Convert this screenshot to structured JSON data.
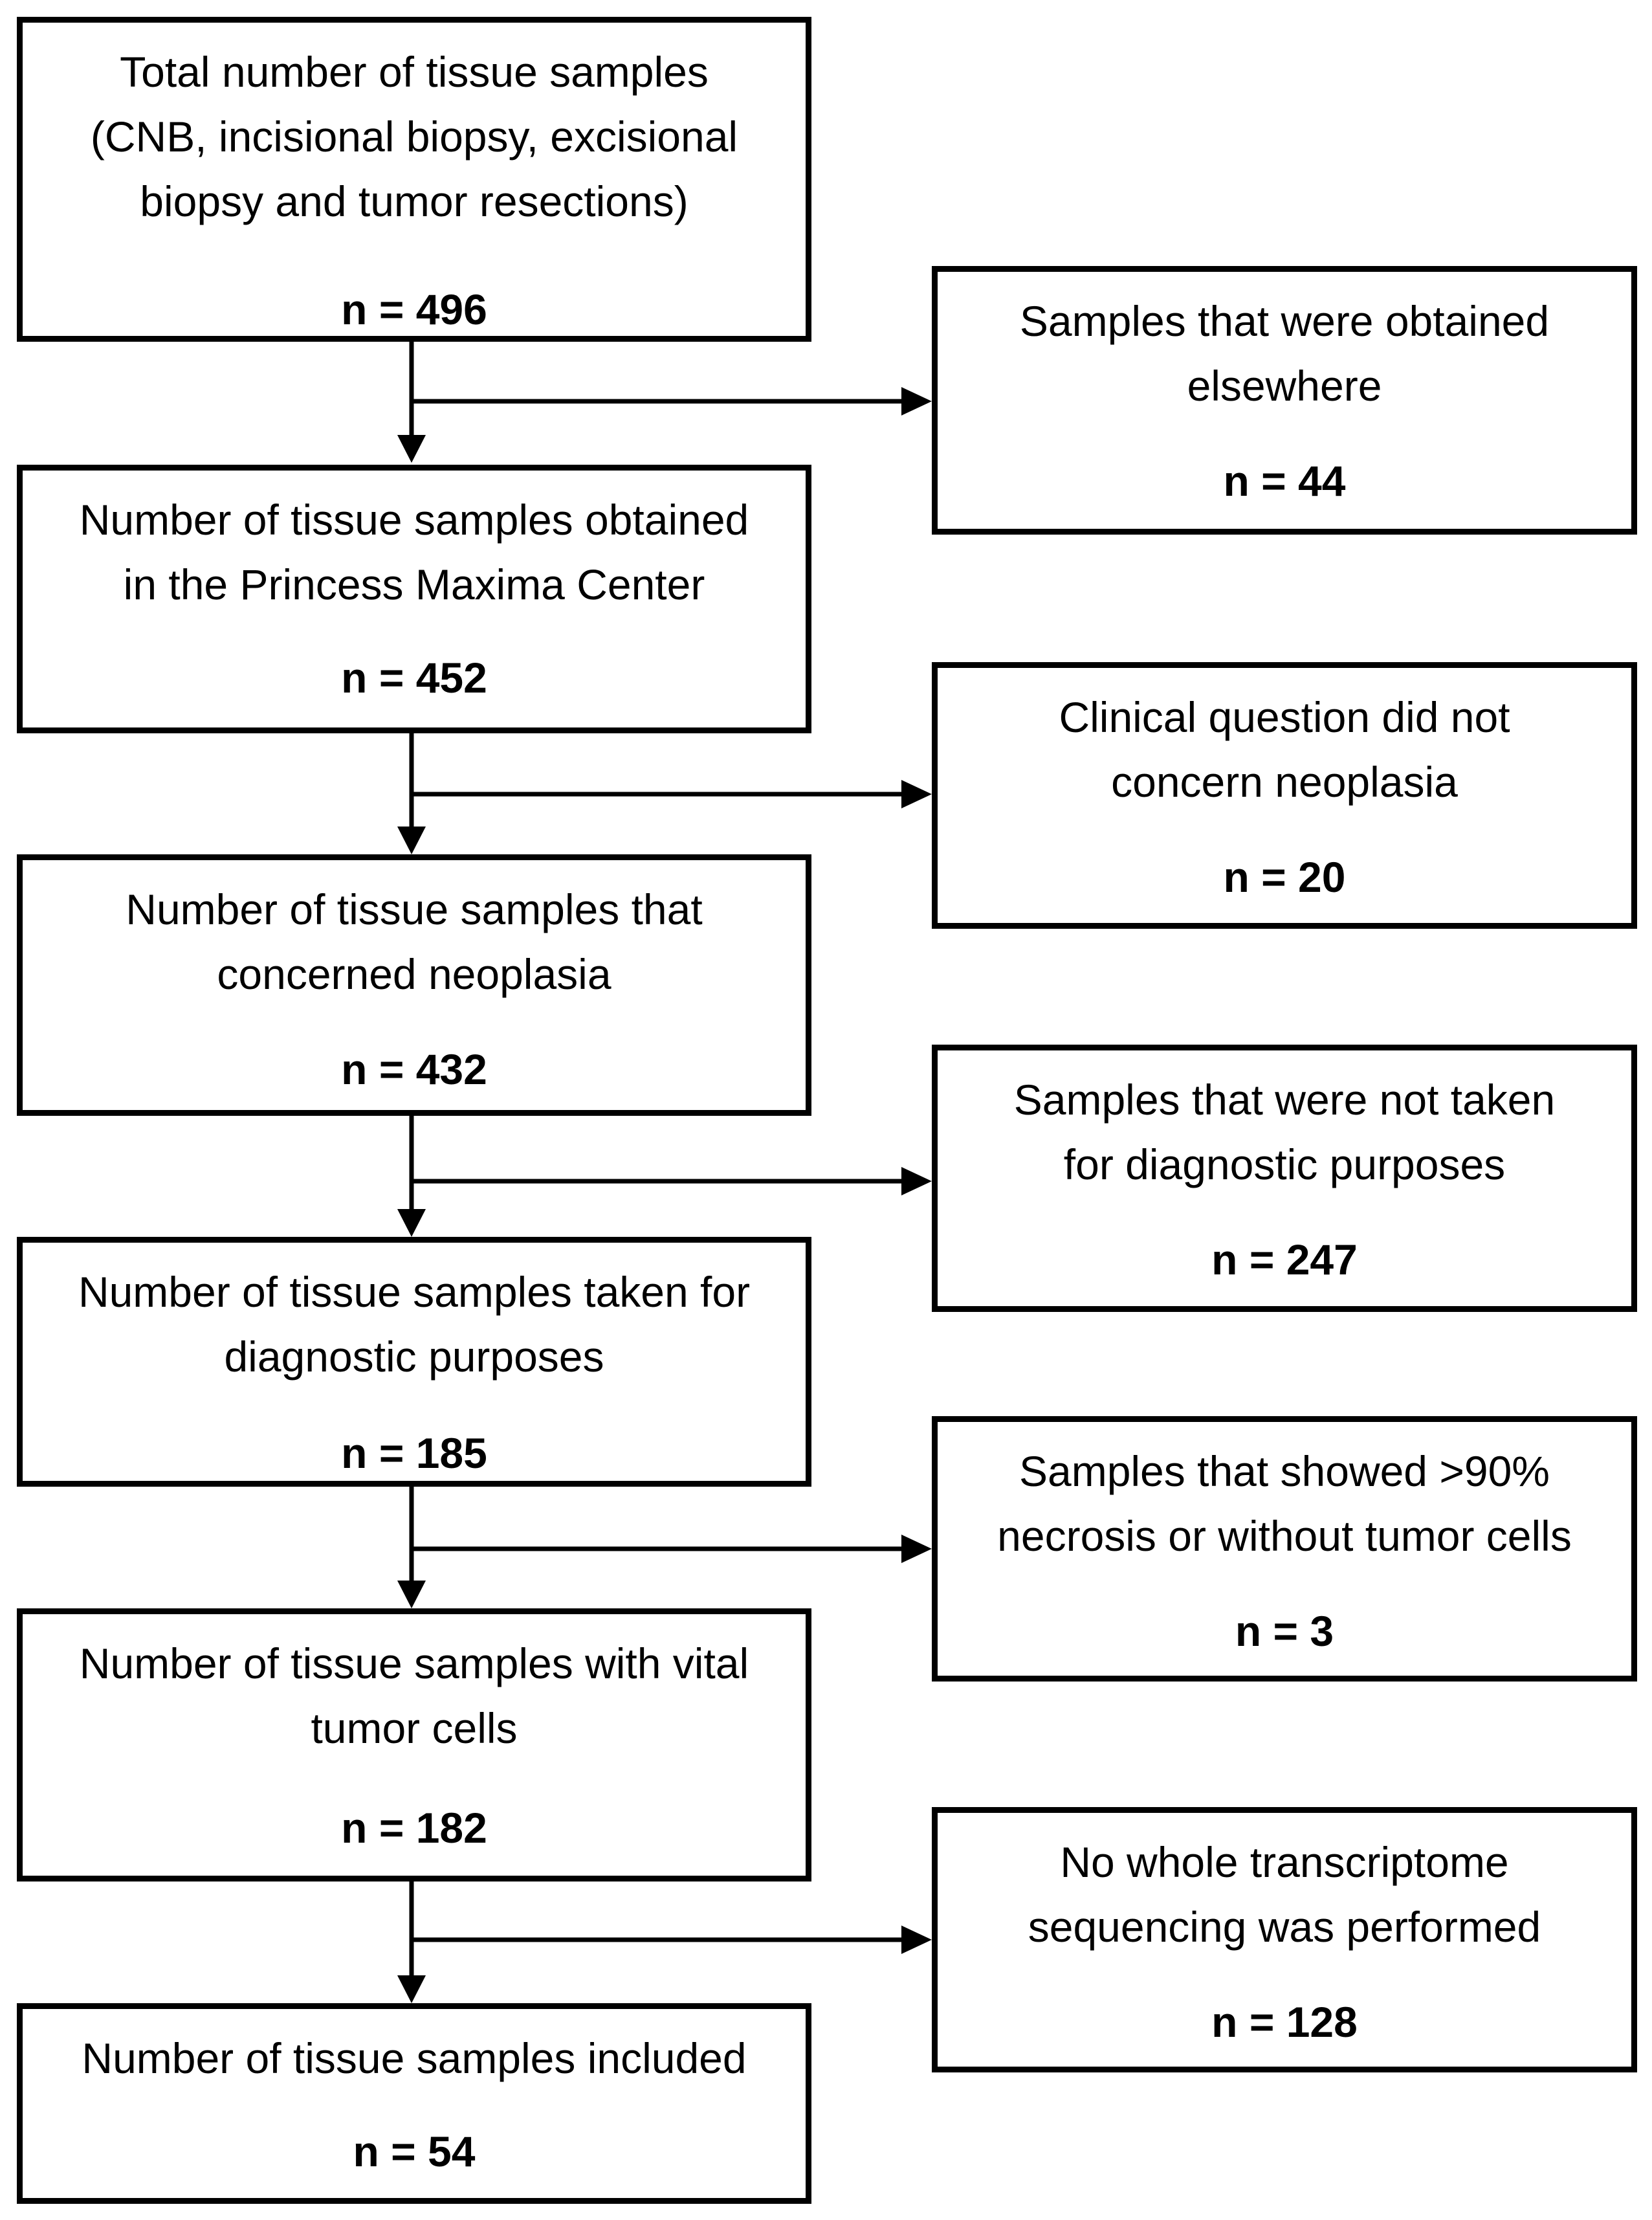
{
  "main_boxes": [
    {
      "label": "Total number of tissue samples\n(CNB, incisional biopsy, excisional\nbiopsy and tumor resections)",
      "count": "n = 496"
    },
    {
      "label": "Number of tissue samples obtained\nin the Princess Maxima Center",
      "count": "n = 452"
    },
    {
      "label": "Number of tissue samples that\nconcerned neoplasia",
      "count": "n = 432"
    },
    {
      "label": "Number of tissue samples taken for\ndiagnostic purposes",
      "count": "n = 185"
    },
    {
      "label": "Number of tissue samples with vital\ntumor cells",
      "count": "n = 182"
    },
    {
      "label": "Number of tissue samples included",
      "count": "n = 54"
    }
  ],
  "exclusion_boxes": [
    {
      "label": "Samples that were obtained\nelsewhere",
      "count": "n = 44"
    },
    {
      "label": "Clinical question did not\nconcern neoplasia",
      "count": "n = 20"
    },
    {
      "label": "Samples that were not taken\nfor diagnostic purposes",
      "count": "n = 247"
    },
    {
      "label": "Samples that showed >90%\nnecrosis or without tumor cells",
      "count": "n = 3"
    },
    {
      "label": "No whole transcriptome\nsequencing was performed",
      "count": "n = 128"
    }
  ]
}
